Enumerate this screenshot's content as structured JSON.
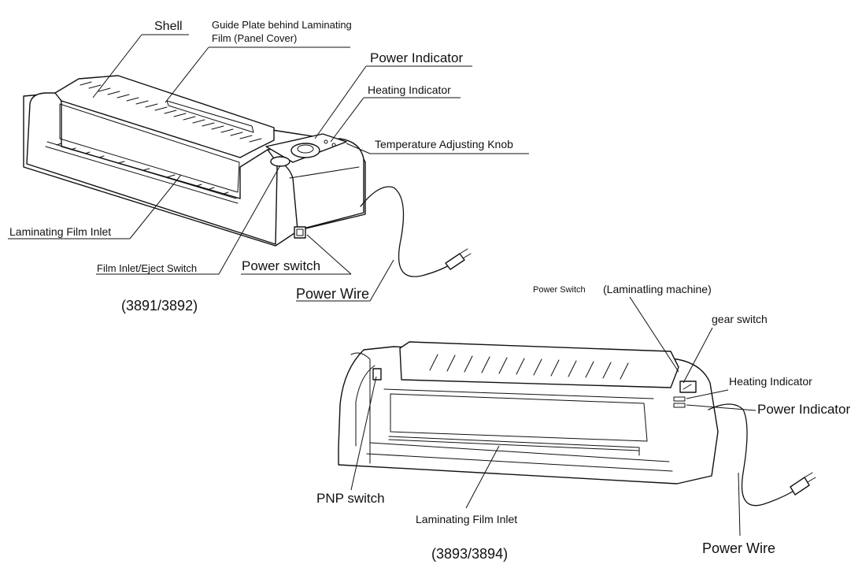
{
  "upper_machine": {
    "shell": "Shell",
    "guide_plate_line1": "Guide Plate behind Laminating",
    "guide_plate_line2": "Film (Panel Cover)",
    "power_indicator": "Power Indicator",
    "heating_indicator": "Heating Indicator",
    "temperature_knob": "Temperature Adjusting Knob",
    "film_inlet": "Laminating Film Inlet",
    "inlet_eject_switch": "Film Inlet/Eject Switch",
    "power_switch": "Power switch",
    "power_wire": "Power Wire",
    "model": "(3891/3892)"
  },
  "lower_machine": {
    "power_switch": "Power Switch",
    "machine_note": "(Laminatling machine)",
    "gear_switch": "gear switch",
    "heating_indicator": "Heating Indicator",
    "power_indicator": "Power Indicator",
    "pnp_switch": "PNP switch",
    "film_inlet": "Laminating Film Inlet",
    "power_wire": "Power Wire",
    "model": "(3893/3894)"
  }
}
